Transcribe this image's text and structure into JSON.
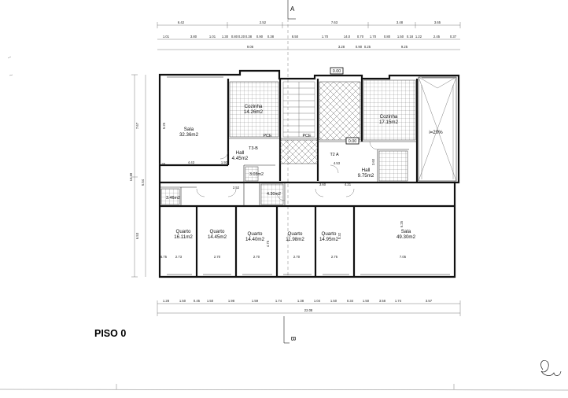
{
  "sheet": {
    "title": "PISO 0",
    "section_mark_top": "A",
    "section_mark_bottom": "B"
  },
  "rooms": {
    "sala_left": {
      "name": "Sala",
      "area": "32.36m2"
    },
    "cozinha_left": {
      "name": "Cozinha",
      "area": "14.26m2"
    },
    "hall_left": {
      "name": "Hall",
      "area": "4.45m2"
    },
    "wc_left_a": {
      "area": "3.03m2"
    },
    "wc_left_b": {
      "area": "3.46m2"
    },
    "wc_center": {
      "area": "4.30m2"
    },
    "cozinha_right": {
      "name": "Cozinha",
      "area": "17.15m2"
    },
    "hall_right": {
      "name": "Hall",
      "area": "9.75m2"
    },
    "quarto_1": {
      "name": "Quarto",
      "area": "16.11m2"
    },
    "quarto_2": {
      "name": "Quarto",
      "area": "14.45m2"
    },
    "quarto_3": {
      "name": "Quarto",
      "area": "14.40m2"
    },
    "quarto_4": {
      "name": "Quarto",
      "area": "11.98m2"
    },
    "quarto_5": {
      "name": "Quarto",
      "area": "14.95m2"
    },
    "sala_right": {
      "name": "Sala",
      "area": "49.30m2"
    }
  },
  "labels": {
    "t3b": "T3-B",
    "pce1": "PCE",
    "pce2": "PCE",
    "t2a": "T2 A",
    "ramp": "i=20%",
    "level_top": "0.00",
    "level_mid": "0.00"
  },
  "dims_top": {
    "row1": [
      "6.42",
      "2.52",
      "7.63",
      "3.48",
      "3.65"
    ],
    "row2": [
      "1.01",
      "3.80",
      "1.01",
      "1.30",
      "0.80",
      "0.20",
      "0.38",
      "0.90",
      "0.38",
      "8.50",
      "1.70",
      "14.0",
      "0.70",
      "1.70",
      "0.80",
      "1.50",
      "0.18",
      "1.22",
      "2.45",
      "0.37"
    ],
    "row3": [
      "9.06",
      "3.28",
      "0.90",
      "0.25",
      "9.25"
    ]
  },
  "dims_bottom": {
    "row1": [
      "1.28",
      "1.50",
      "0.45",
      "1.50",
      "1.98",
      "1.59",
      "1.74",
      "1.38",
      "1.04",
      "1.50",
      "0.34",
      "1.50",
      "3.58",
      "1.74",
      "3.57"
    ],
    "total": "22.08"
  },
  "dims_left": [
    "7.67",
    "13.69",
    "6.53",
    "6.54"
  ],
  "dims_interior": {
    "wall_l1": "4.43",
    "wall_l2": "1.92",
    "hall_l": "2.52",
    "hall_r": "4.53",
    "hall_r2": "3.60",
    "hall_r3": "4.21",
    "q1": "2.73",
    "q2": "2.70",
    "q3": "2.70",
    "q4": "2.70",
    "q5": "2.75",
    "sr": "7.05",
    "sl": "6.75",
    "v1": "5.25",
    "v2": "4.75",
    "v3": "5.32",
    "v4": "3.60",
    "v5": "6.25",
    "v6": "0.20"
  }
}
